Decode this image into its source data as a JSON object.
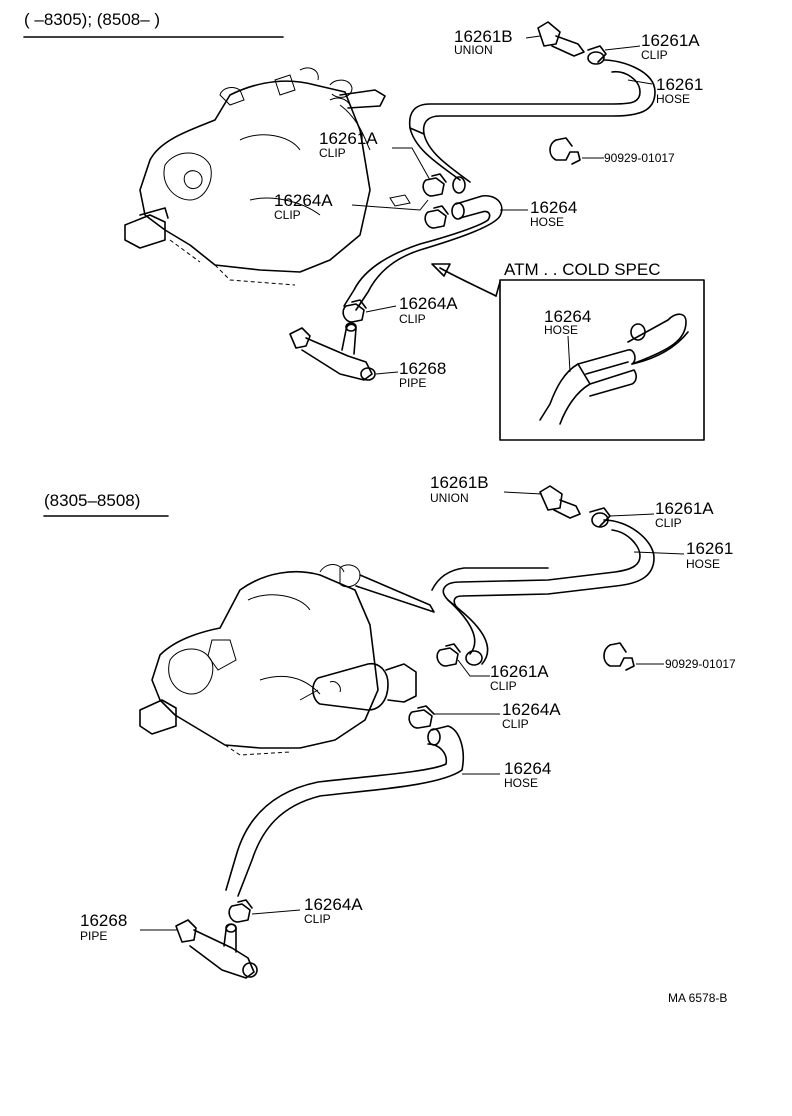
{
  "sections": {
    "top_range": "(        –8305); (8508–        )",
    "bottom_range": "(8305–8508)"
  },
  "callouts": {
    "t_16261B_num": "16261B",
    "t_16261B_name": "UNION",
    "t_16261A_top_num": "16261A",
    "t_16261A_top_name": "CLIP",
    "t_16261_num": "16261",
    "t_16261_name": "HOSE",
    "t_16261A_mid_num": "16261A",
    "t_16261A_mid_name": "CLIP",
    "t_90929_num": "90929-01017",
    "t_16264A_a_num": "16264A",
    "t_16264A_a_name": "CLIP",
    "t_16264_num": "16264",
    "t_16264_name": "HOSE",
    "t_16264A_b_num": "16264A",
    "t_16264A_b_name": "CLIP",
    "t_16268_num": "16268",
    "t_16268_name": "PIPE",
    "inset_title": "ATM . . COLD SPEC",
    "inset_16264_num": "16264",
    "inset_16264_name": "HOSE",
    "b_16261B_num": "16261B",
    "b_16261B_name": "UNION",
    "b_16261A_top_num": "16261A",
    "b_16261A_top_name": "CLIP",
    "b_16261_num": "16261",
    "b_16261_name": "HOSE",
    "b_90929_num": "90929-01017",
    "b_16261A_mid_num": "16261A",
    "b_16261A_mid_name": "CLIP",
    "b_16264A_a_num": "16264A",
    "b_16264A_a_name": "CLIP",
    "b_16264_num": "16264",
    "b_16264_name": "HOSE",
    "b_16264A_b_num": "16264A",
    "b_16264A_b_name": "CLIP",
    "b_16268_num": "16268",
    "b_16268_name": "PIPE"
  },
  "footer": {
    "code": "MA  6578-B"
  }
}
